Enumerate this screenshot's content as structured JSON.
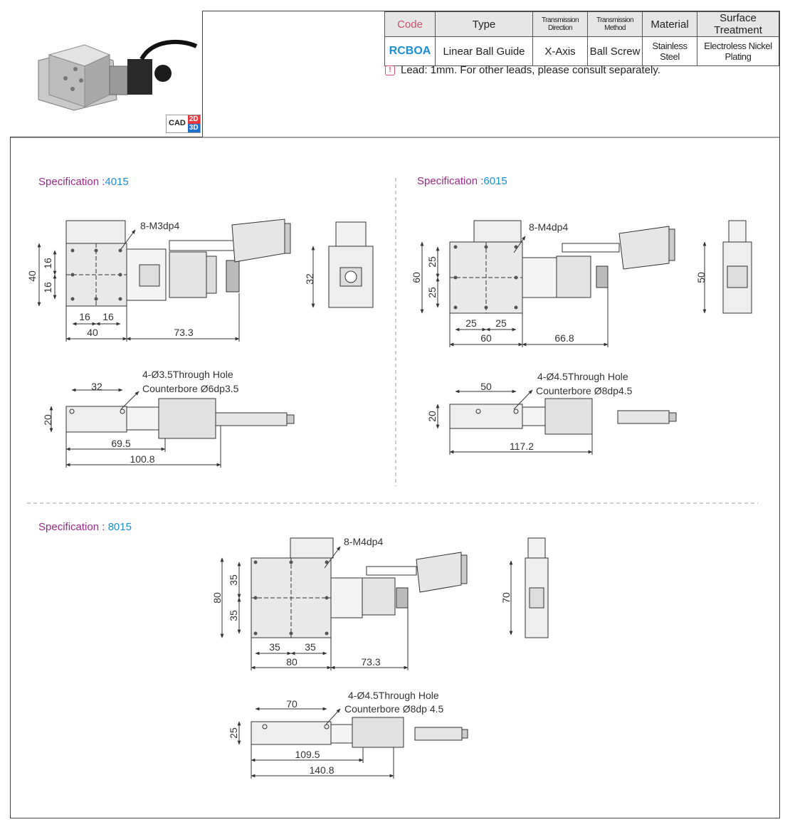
{
  "product": {
    "cad_label": "CAD",
    "cad_2d": "2D",
    "cad_3d": "3D"
  },
  "table": {
    "headers": [
      "Code",
      "Type",
      "Transmission Direction",
      "Transmission Method",
      "Material",
      "Surface Treatment"
    ],
    "row": [
      "RCBOA",
      "Linear Ball Guide",
      "X-Axis",
      "Ball Screw",
      "Stainless Steel",
      "Electroless Nickel Plating"
    ]
  },
  "note": "Lead: 1mm. For other leads, please consult separately.",
  "specs": [
    {
      "label": "Specification :",
      "value": "4015",
      "top": {
        "tap": "8-M3dp4",
        "h_total": "40",
        "h_a": "16",
        "h_b": "16",
        "w_a": "16",
        "w_b": "16",
        "w_total": "40",
        "motor_len": "73.3",
        "side_h": "32"
      },
      "bottom": {
        "hole": "4-Ø3.5Through Hole",
        "counterbore": "Counterbore Ø6dp3.5",
        "pitch": "32",
        "height": "20",
        "len_a": "69.5",
        "len_b": "100.8"
      }
    },
    {
      "label": "Specification :",
      "value": "6015",
      "top": {
        "tap": "8-M4dp4",
        "h_total": "60",
        "h_a": "25",
        "h_b": "25",
        "w_a": "25",
        "w_b": "25",
        "w_total": "60",
        "motor_len": "66.8",
        "side_h": "50"
      },
      "bottom": {
        "hole": "4-Ø4.5Through Hole",
        "counterbore": "Counterbore Ø8dp4.5",
        "pitch": "50",
        "height": "20",
        "len_b": "117.2"
      }
    },
    {
      "label": "Specification : ",
      "value": "8015",
      "top": {
        "tap": "8-M4dp4",
        "h_total": "80",
        "h_a": "35",
        "h_b": "35",
        "w_a": "35",
        "w_b": "35",
        "w_total": "80",
        "motor_len": "73.3",
        "side_h": "70"
      },
      "bottom": {
        "hole": "4-Ø4.5Through Hole",
        "counterbore": "Counterbore Ø8dp 4.5",
        "pitch": "70",
        "height": "25",
        "len_a": "109.5",
        "len_b": "140.8"
      }
    }
  ]
}
